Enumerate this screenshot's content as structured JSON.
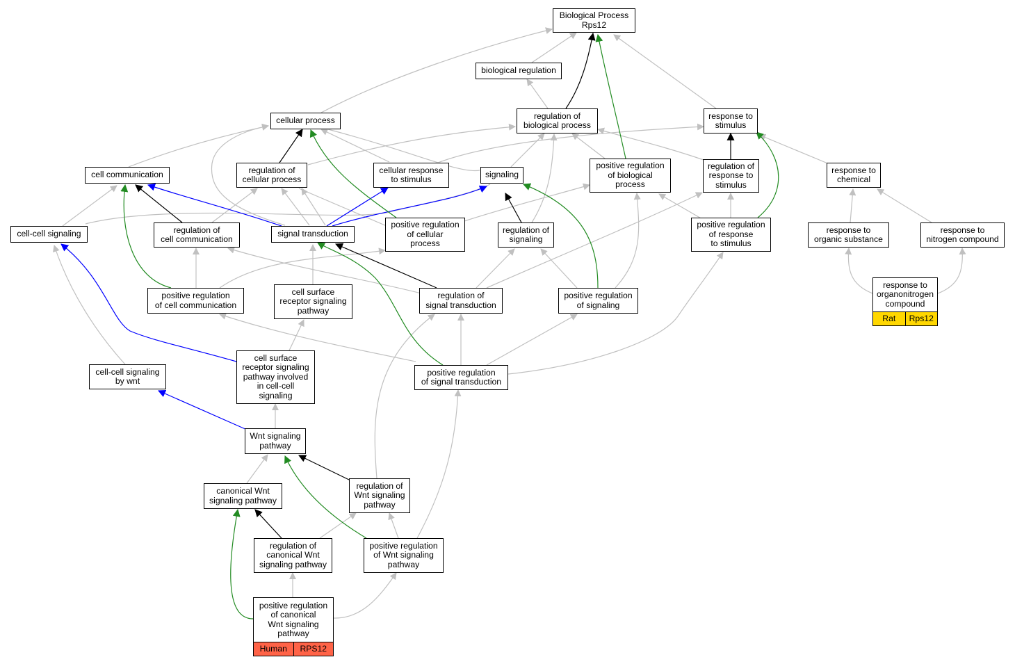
{
  "colors": {
    "black_edge": "#000000",
    "gray_edge": "#c0c0c0",
    "blue_edge": "#0000ff",
    "green_edge": "#228b22",
    "rat_tag": "#ffd700",
    "human_tag": "#ff6347"
  },
  "nodes": {
    "biological_process": {
      "lines": [
        "Biological Process",
        "Rps12"
      ]
    },
    "biological_regulation": {
      "lines": [
        "biological regulation"
      ]
    },
    "cellular_process": {
      "lines": [
        "cellular process"
      ]
    },
    "regulation_of_biological_process": {
      "lines": [
        "regulation of",
        "biological process"
      ]
    },
    "response_to_stimulus": {
      "lines": [
        "response to",
        "stimulus"
      ]
    },
    "cell_communication": {
      "lines": [
        "cell communication"
      ]
    },
    "regulation_of_cellular_process": {
      "lines": [
        "regulation of",
        "cellular process"
      ]
    },
    "cellular_response_to_stimulus": {
      "lines": [
        "cellular response",
        "to stimulus"
      ]
    },
    "signaling": {
      "lines": [
        "signaling"
      ]
    },
    "positive_regulation_of_biological_process": {
      "lines": [
        "positive regulation",
        "of biological",
        "process"
      ]
    },
    "regulation_of_response_to_stimulus": {
      "lines": [
        "regulation of",
        "response to",
        "stimulus"
      ]
    },
    "response_to_chemical": {
      "lines": [
        "response to",
        "chemical"
      ]
    },
    "cell_cell_signaling": {
      "lines": [
        "cell-cell signaling"
      ]
    },
    "regulation_of_cell_communication": {
      "lines": [
        "regulation of",
        "cell communication"
      ]
    },
    "signal_transduction": {
      "lines": [
        "signal transduction"
      ]
    },
    "positive_regulation_of_cellular_process": {
      "lines": [
        "positive regulation",
        "of cellular",
        "process"
      ]
    },
    "regulation_of_signaling": {
      "lines": [
        "regulation of",
        "signaling"
      ]
    },
    "positive_regulation_of_response_to_stimulus": {
      "lines": [
        "positive regulation",
        "of response",
        "to stimulus"
      ]
    },
    "response_to_organic_substance": {
      "lines": [
        "response to",
        "organic substance"
      ]
    },
    "response_to_nitrogen_compound": {
      "lines": [
        "response to",
        "nitrogen compound"
      ]
    },
    "positive_regulation_of_cell_communication": {
      "lines": [
        "positive regulation",
        "of cell communication"
      ]
    },
    "cell_surface_receptor_signaling_pathway": {
      "lines": [
        "cell surface",
        "receptor signaling",
        "pathway"
      ]
    },
    "regulation_of_signal_transduction": {
      "lines": [
        "regulation of",
        "signal transduction"
      ]
    },
    "positive_regulation_of_signaling": {
      "lines": [
        "positive regulation",
        "of signaling"
      ]
    },
    "response_to_organonitrogen_compound": {
      "lines": [
        "response to",
        "organonitrogen",
        "compound"
      ],
      "tags": [
        {
          "label": "Rat",
          "color": "#ffd700"
        },
        {
          "label": "Rps12",
          "color": "#ffd700"
        }
      ]
    },
    "cell_cell_signaling_by_wnt": {
      "lines": [
        "cell-cell signaling",
        "by wnt"
      ]
    },
    "cell_surface_receptor_signaling_pathway_cell_cell": {
      "lines": [
        "cell surface",
        "receptor signaling",
        "pathway involved",
        "in cell-cell",
        "signaling"
      ]
    },
    "positive_regulation_of_signal_transduction": {
      "lines": [
        "positive regulation",
        "of signal transduction"
      ]
    },
    "wnt_signaling_pathway": {
      "lines": [
        "Wnt signaling",
        "pathway"
      ]
    },
    "canonical_wnt_signaling_pathway": {
      "lines": [
        "canonical Wnt",
        "signaling pathway"
      ]
    },
    "regulation_of_wnt_signaling_pathway": {
      "lines": [
        "regulation of",
        "Wnt signaling",
        "pathway"
      ]
    },
    "regulation_of_canonical_wnt_signaling_pathway": {
      "lines": [
        "regulation of",
        "canonical Wnt",
        "signaling pathway"
      ]
    },
    "positive_regulation_of_wnt_signaling_pathway": {
      "lines": [
        "positive regulation",
        "of Wnt signaling",
        "pathway"
      ]
    },
    "positive_regulation_of_canonical_wnt_signaling_pathway": {
      "lines": [
        "positive regulation",
        "of canonical",
        "Wnt signaling",
        "pathway"
      ],
      "tags": [
        {
          "label": "Human",
          "color": "#ff6347"
        },
        {
          "label": "RPS12",
          "color": "#ff6347"
        }
      ]
    }
  }
}
